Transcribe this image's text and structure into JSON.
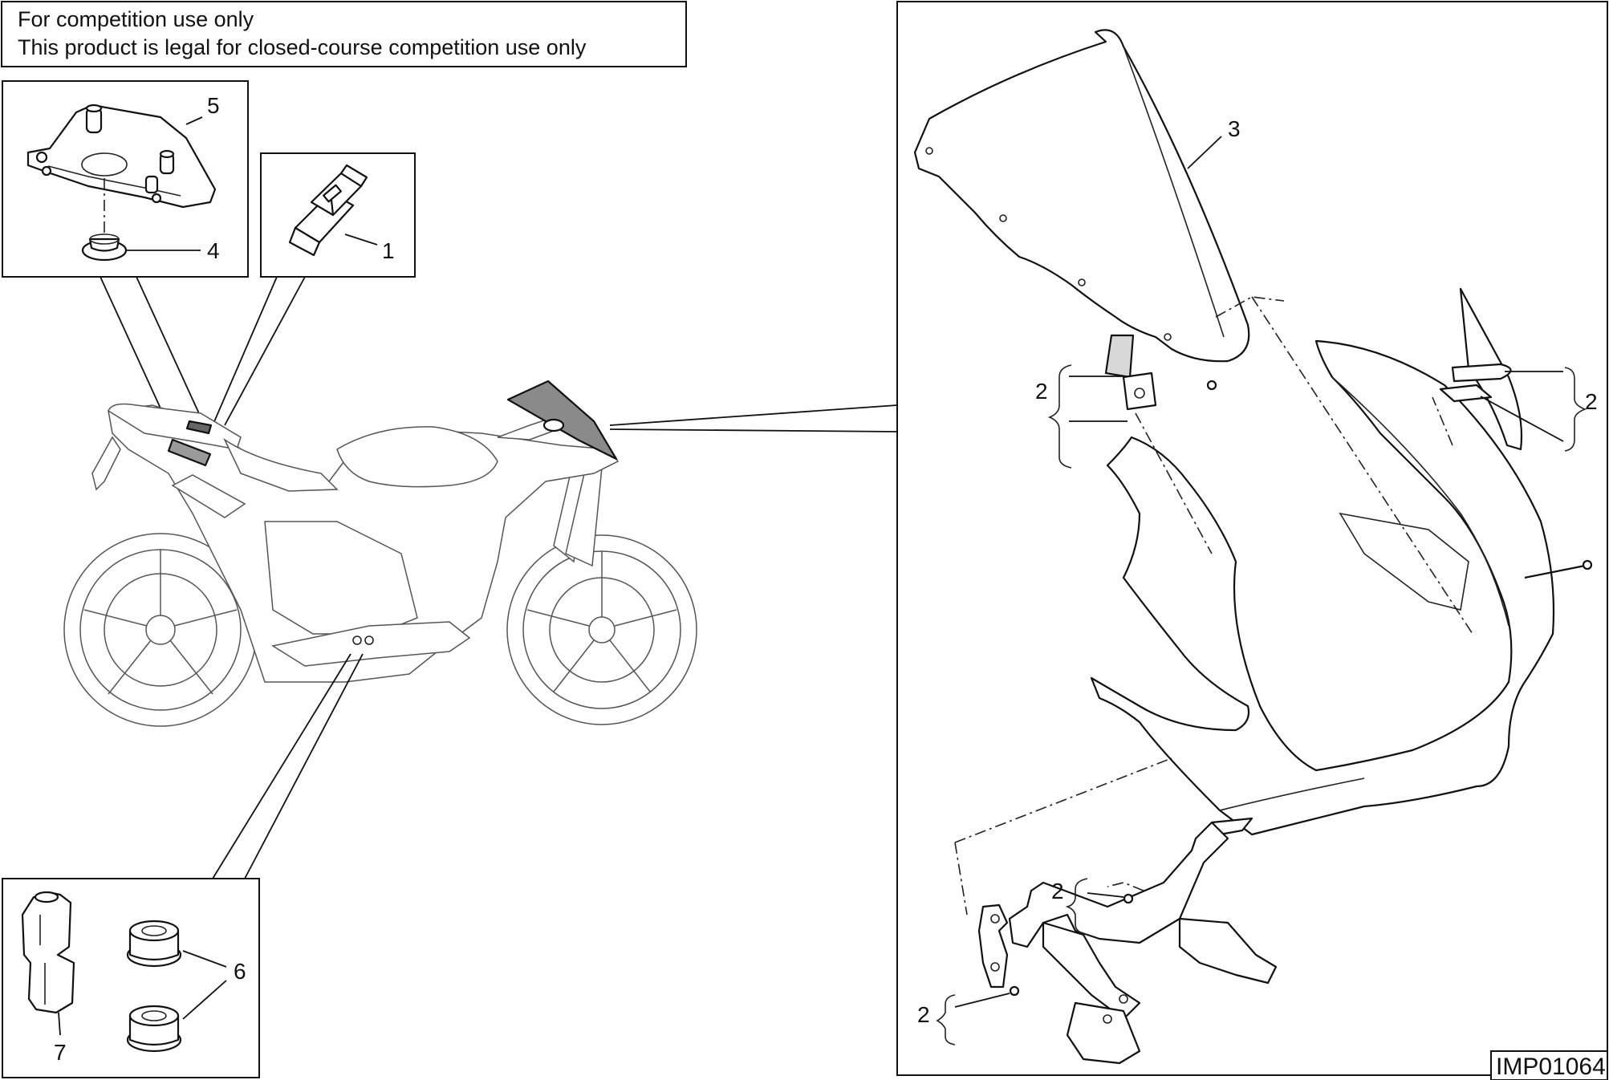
{
  "notice": {
    "line1": "For competition use only",
    "line2": "This product is legal for closed-course competition use only"
  },
  "callouts": {
    "c1": "1",
    "c2": "2",
    "c3": "3",
    "c4": "4",
    "c5": "5",
    "c6": "6",
    "c7": "7"
  },
  "reference_code": "IMP01064"
}
